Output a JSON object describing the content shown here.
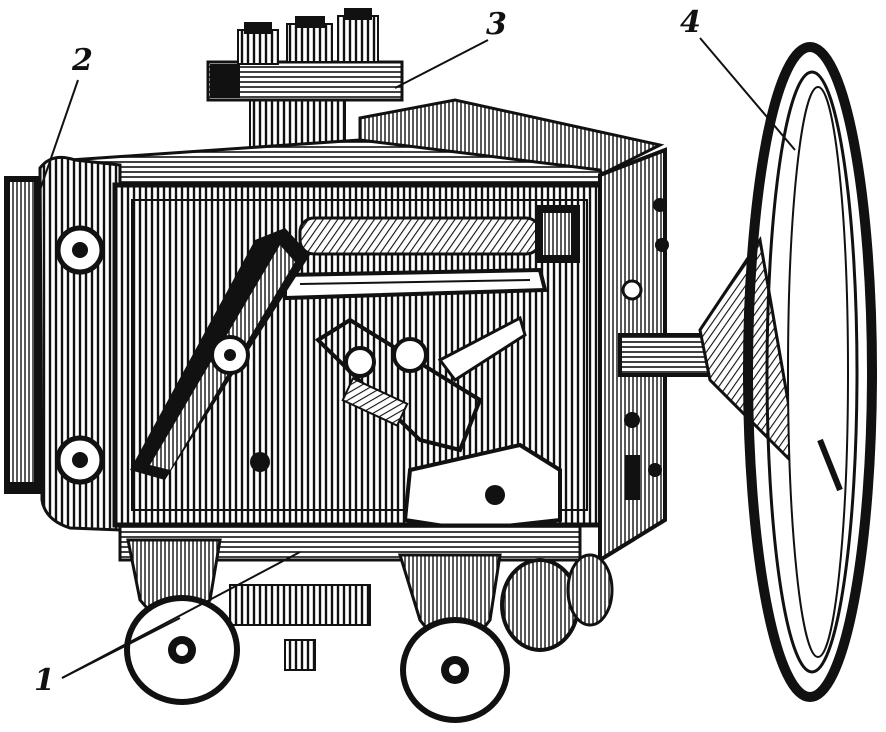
{
  "figure": {
    "callouts": {
      "c1": "1",
      "c2": "2",
      "c3": "3",
      "c4": "4"
    },
    "ink_color": "#111111",
    "paper_color": "#ffffff"
  }
}
